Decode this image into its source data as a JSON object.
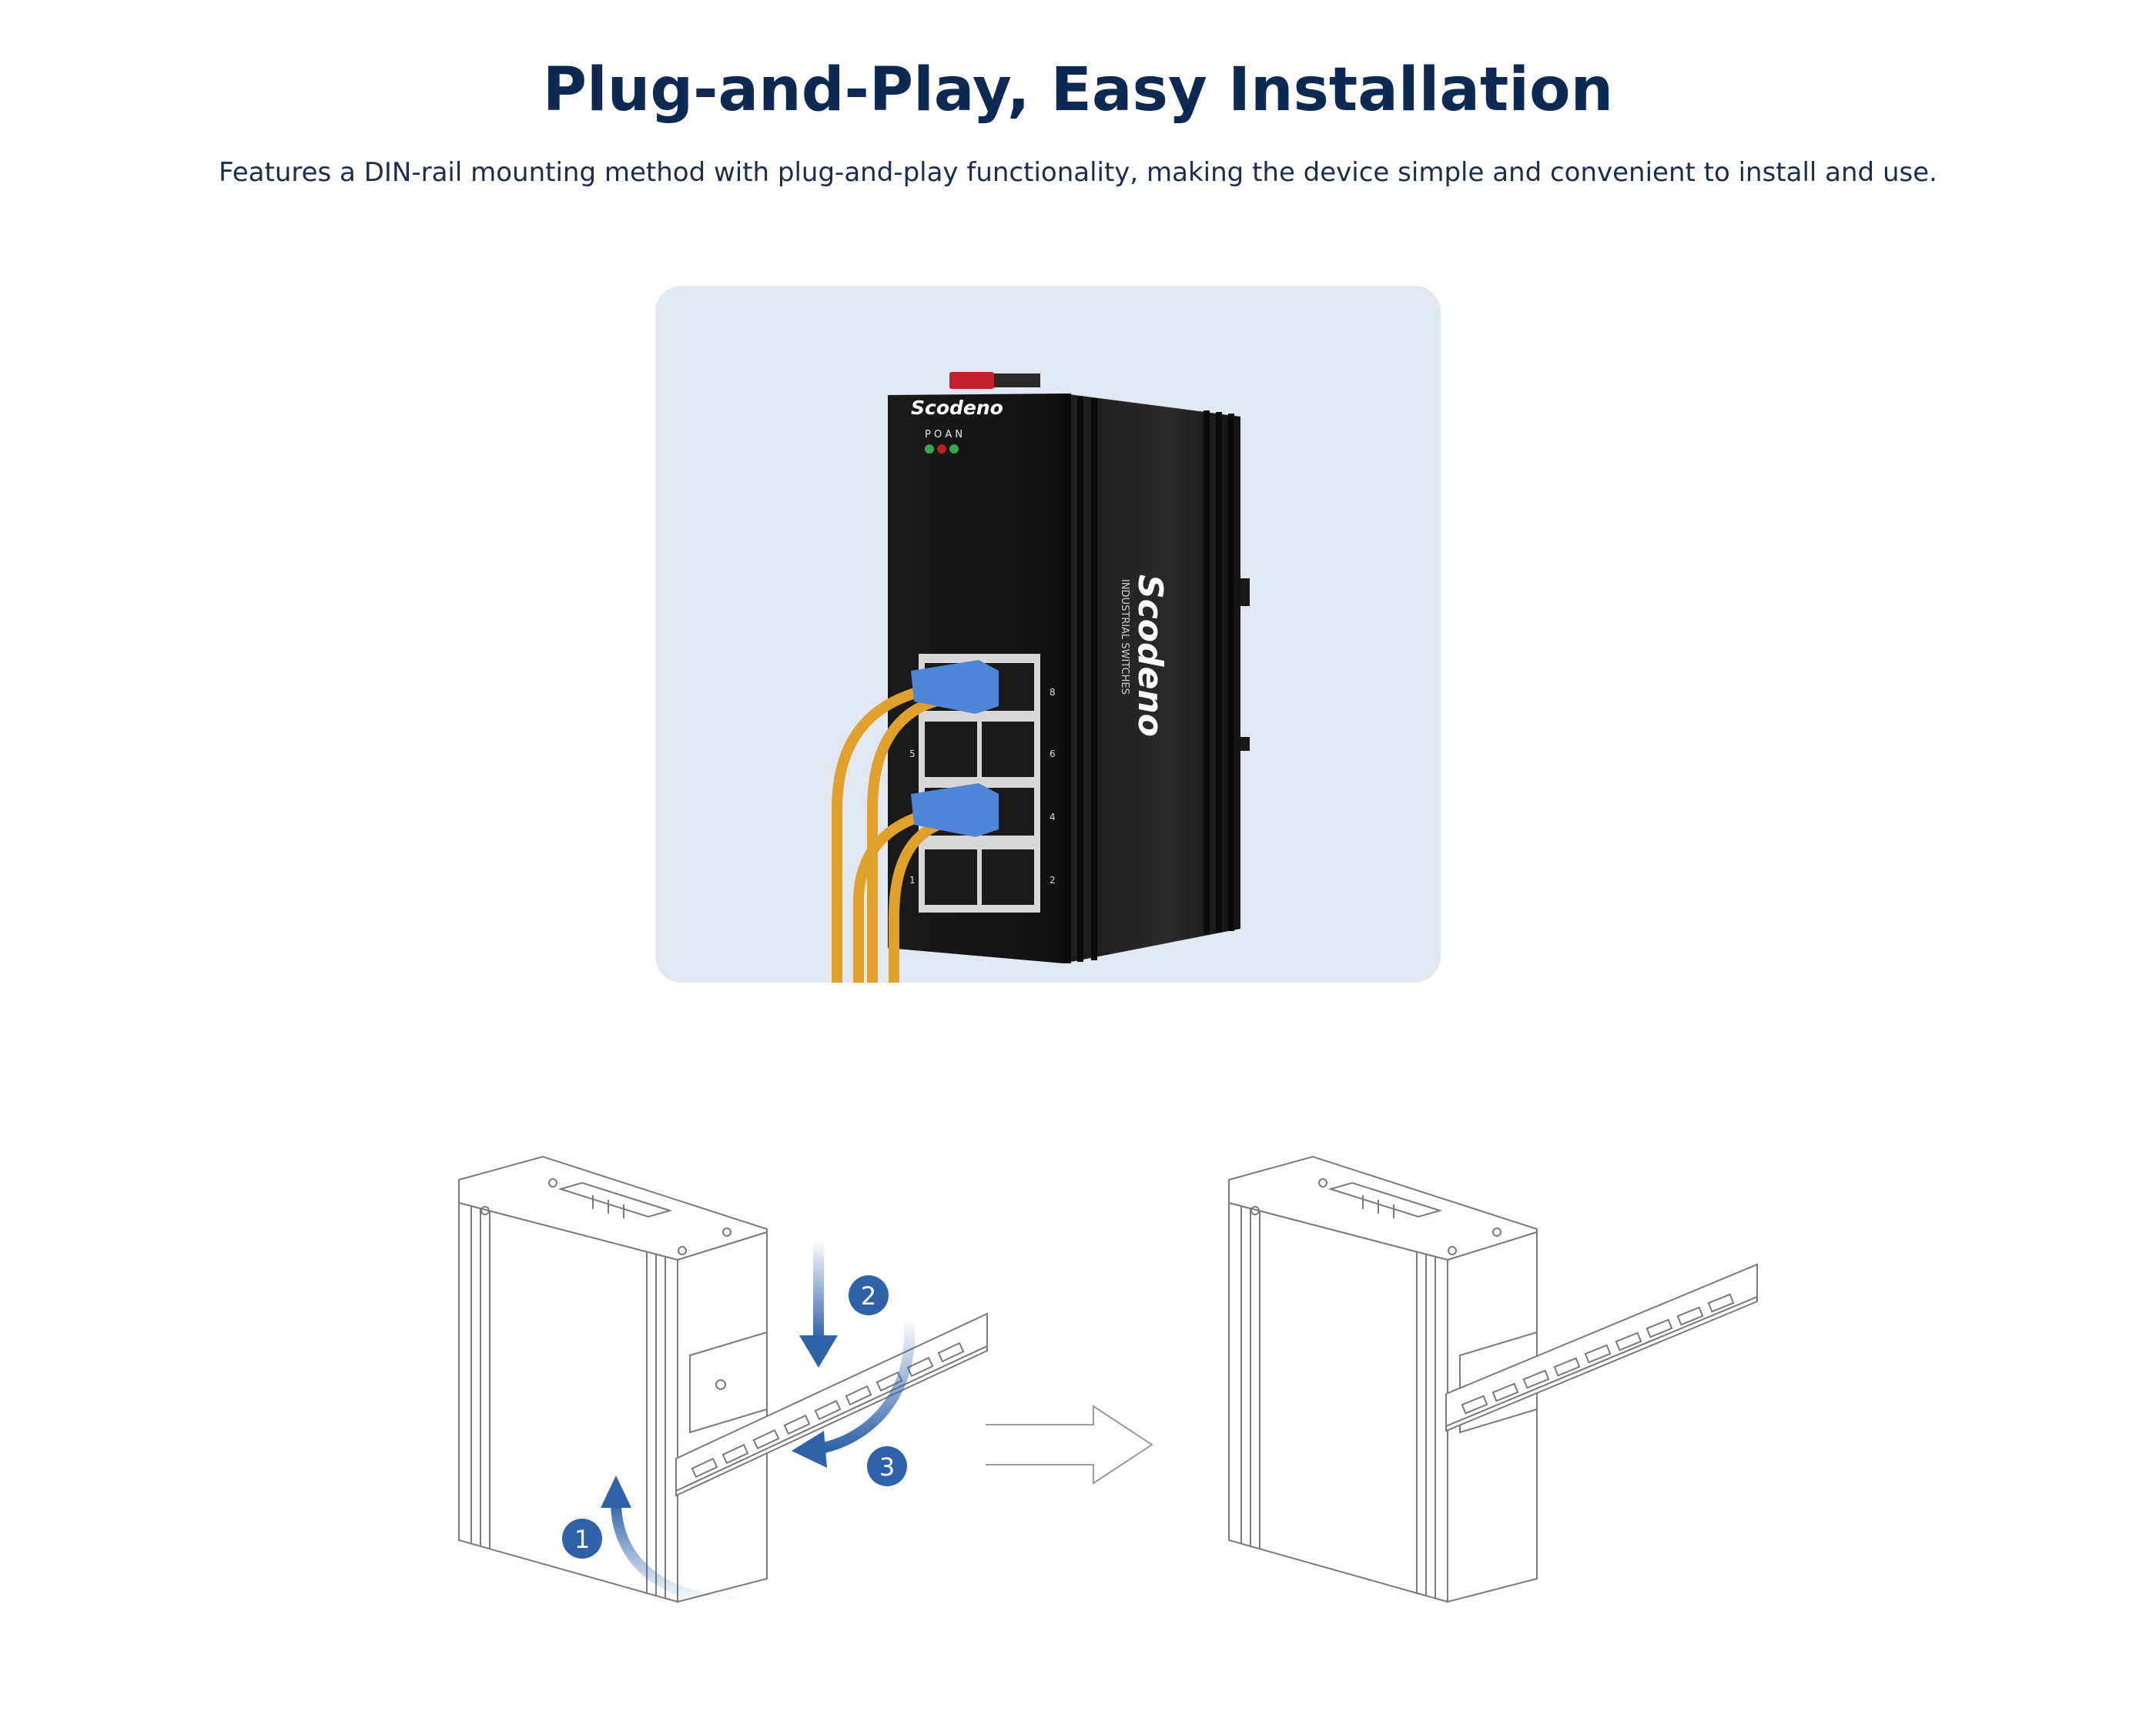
{
  "header": {
    "title": "Plug-and-Play, Easy Installation",
    "subtitle": "Features a DIN-rail mounting method with plug-and-play functionality, making the device simple and convenient to install and use."
  },
  "product": {
    "brand": "Scodeno",
    "side_text": "INDUSTRIAL SWITCHES",
    "led_labels": "P O A N",
    "port_numbers": [
      "8",
      "5",
      "6",
      "4",
      "1",
      "2"
    ]
  },
  "steps": [
    "1",
    "2",
    "3"
  ],
  "colors": {
    "title": "#0e2a52",
    "panel_bg": "#e2e7f1",
    "step_badge": "#2f62a8",
    "cable": "#e0a12c",
    "connector": "#4f86d8"
  }
}
